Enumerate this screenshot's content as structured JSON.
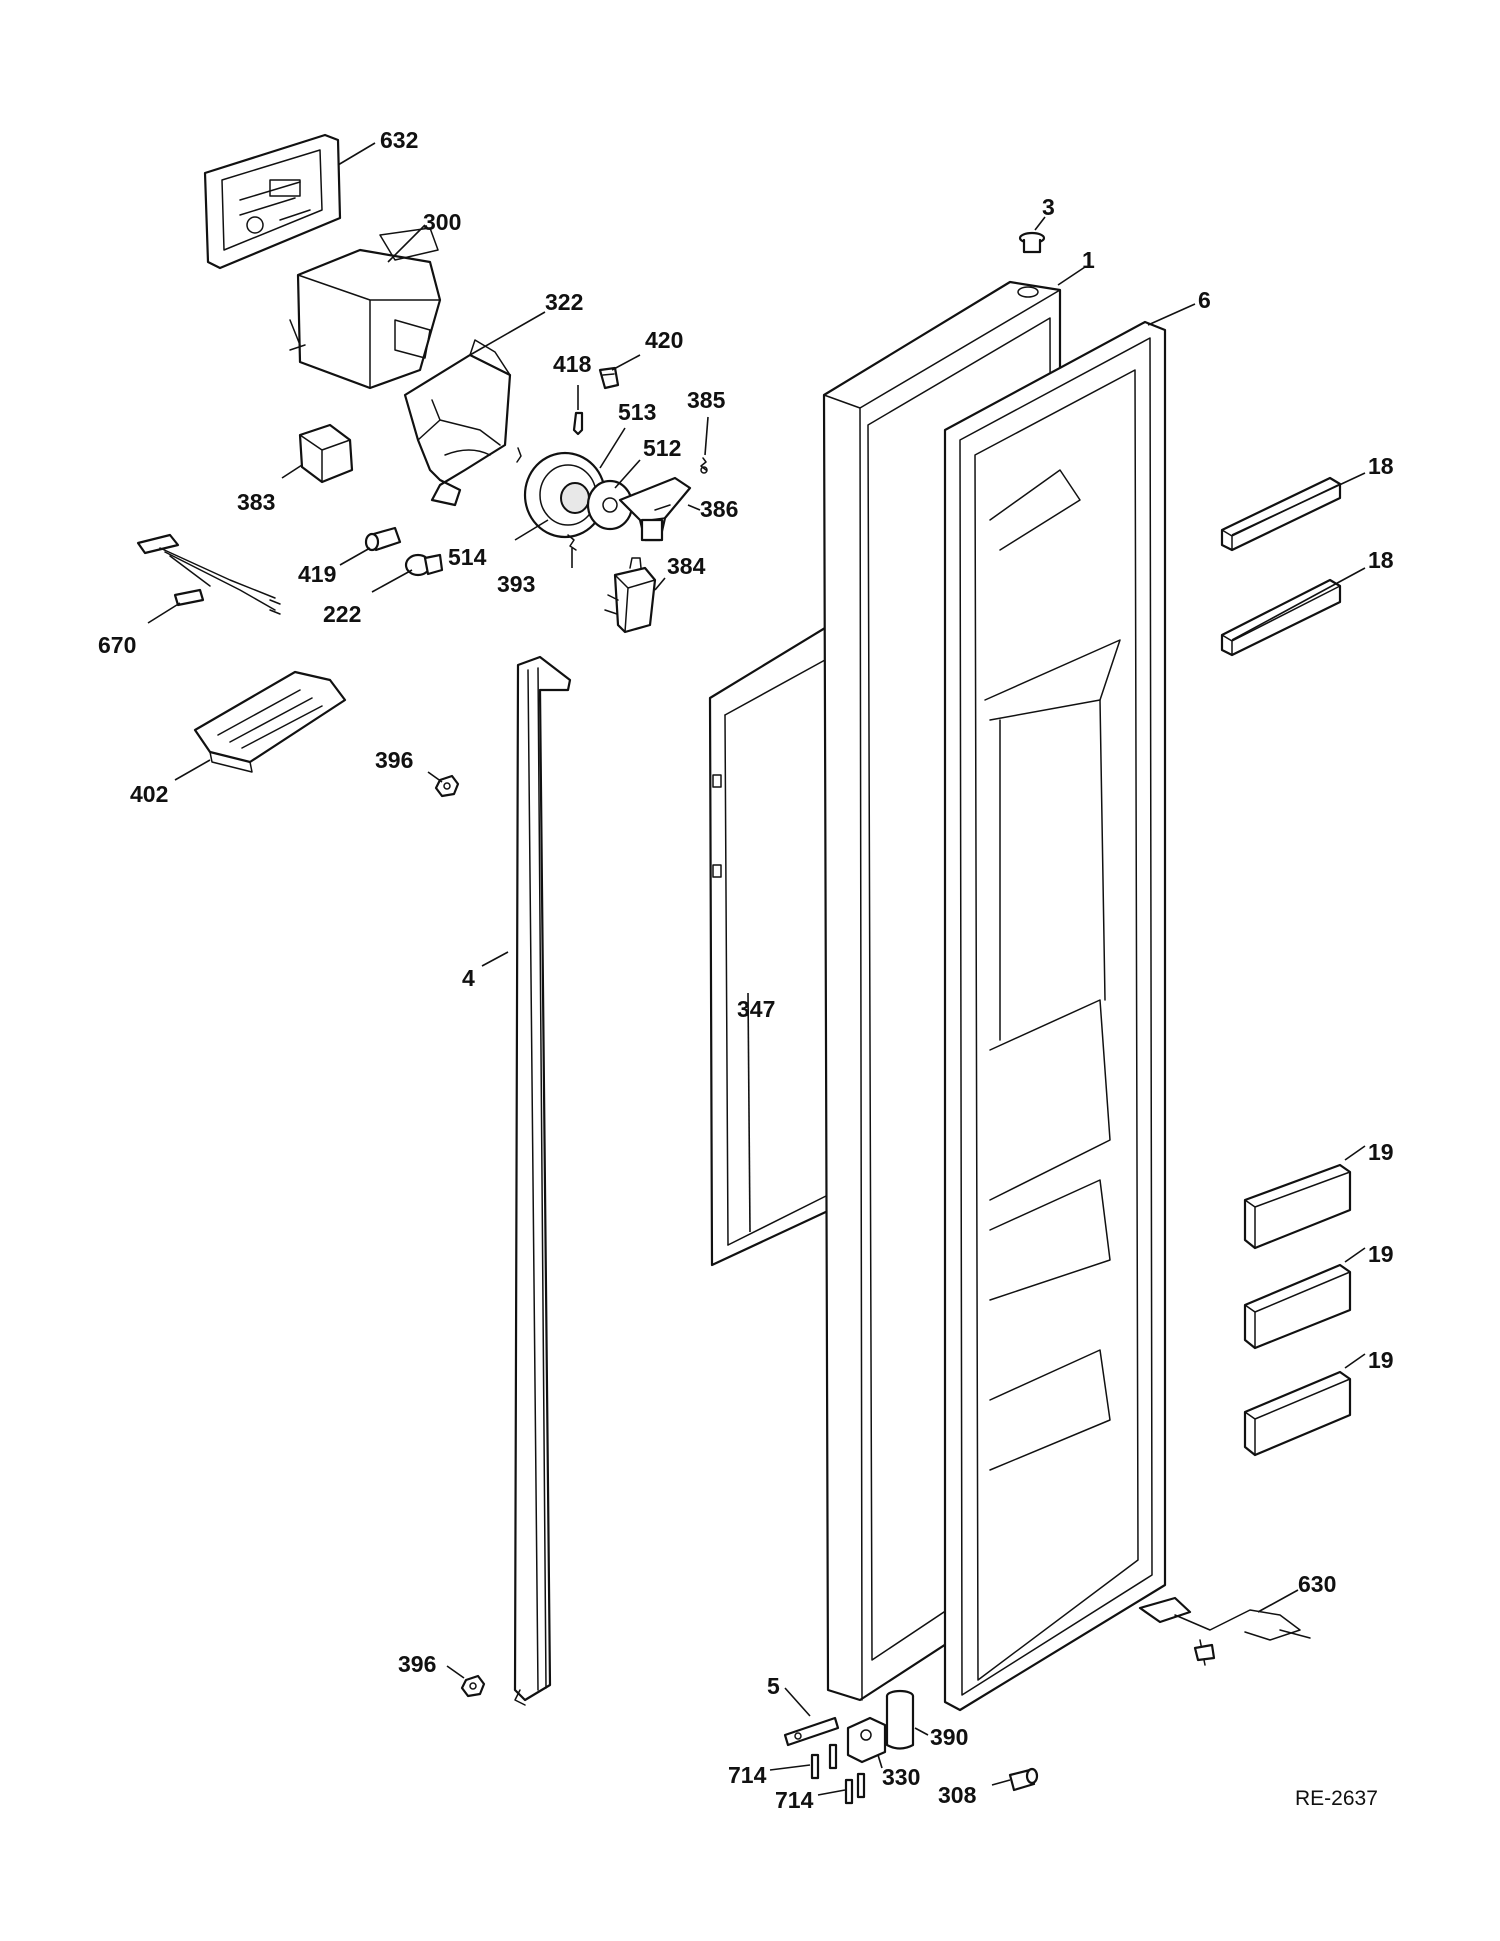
{
  "diagram": {
    "reference": "RE-2637",
    "callouts": [
      {
        "id": "c632",
        "label": "632"
      },
      {
        "id": "c300",
        "label": "300"
      },
      {
        "id": "c322",
        "label": "322"
      },
      {
        "id": "c383",
        "label": "383"
      },
      {
        "id": "c418",
        "label": "418"
      },
      {
        "id": "c420",
        "label": "420"
      },
      {
        "id": "c513",
        "label": "513"
      },
      {
        "id": "c385",
        "label": "385"
      },
      {
        "id": "c512",
        "label": "512"
      },
      {
        "id": "c514",
        "label": "514"
      },
      {
        "id": "c386",
        "label": "386"
      },
      {
        "id": "c393",
        "label": "393"
      },
      {
        "id": "c419",
        "label": "419"
      },
      {
        "id": "c222",
        "label": "222"
      },
      {
        "id": "c384",
        "label": "384"
      },
      {
        "id": "c670",
        "label": "670"
      },
      {
        "id": "c402",
        "label": "402"
      },
      {
        "id": "c396a",
        "label": "396"
      },
      {
        "id": "c4",
        "label": "4"
      },
      {
        "id": "c347",
        "label": "347"
      },
      {
        "id": "c3",
        "label": "3"
      },
      {
        "id": "c1",
        "label": "1"
      },
      {
        "id": "c6",
        "label": "6"
      },
      {
        "id": "c18a",
        "label": "18"
      },
      {
        "id": "c18b",
        "label": "18"
      },
      {
        "id": "c19a",
        "label": "19"
      },
      {
        "id": "c19b",
        "label": "19"
      },
      {
        "id": "c19c",
        "label": "19"
      },
      {
        "id": "c630",
        "label": "630"
      },
      {
        "id": "c396b",
        "label": "396"
      },
      {
        "id": "c5",
        "label": "5"
      },
      {
        "id": "c390",
        "label": "390"
      },
      {
        "id": "c714a",
        "label": "714"
      },
      {
        "id": "c714b",
        "label": "714"
      },
      {
        "id": "c330",
        "label": "330"
      },
      {
        "id": "c308",
        "label": "308"
      }
    ]
  }
}
